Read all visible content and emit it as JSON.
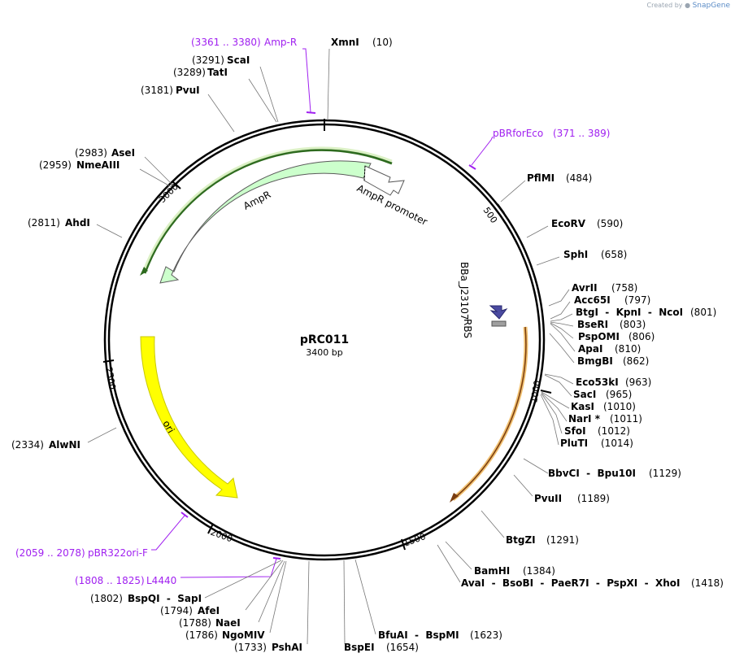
{
  "credit": {
    "prefix": "Created by",
    "brand": "SnapGene"
  },
  "plasmid": {
    "name": "pRC011",
    "length_label": "3400 bp",
    "length": 3400
  },
  "ticks": [
    "500",
    "1000",
    "1500",
    "2000",
    "2500",
    "3000"
  ],
  "features": [
    {
      "name": "AmpR",
      "label": "AmpR",
      "color": "#ccffcc"
    },
    {
      "name": "AmpR promoter",
      "label": "AmpR promoter",
      "color": "#ffffff"
    },
    {
      "name": "ori",
      "label": "ori",
      "color": "#ffff00"
    },
    {
      "name": "BBa_J23107",
      "label": "BBa_J23107",
      "color": "#4a4aa0"
    },
    {
      "name": "RBS",
      "label": "RBS",
      "color": "#a0a0a0"
    }
  ],
  "highlights": [
    {
      "name": "green-span",
      "color": "#2e6b1f"
    },
    {
      "name": "orange-span",
      "color": "#f0b060"
    }
  ],
  "primers": [
    {
      "range": "(3361 .. 3380)",
      "name": "Amp-R"
    },
    {
      "name": "pBRforEco",
      "range": "(371 .. 389)"
    },
    {
      "range": "(2059 .. 2078)",
      "name": "pBR322ori-F"
    },
    {
      "range": "(1808 .. 1825)",
      "name": "L4440"
    }
  ],
  "sites": [
    {
      "name": "XmnI",
      "pos": "(10)"
    },
    {
      "pos": "(3291)",
      "name": "ScaI"
    },
    {
      "pos": "(3289)",
      "name": "TatI"
    },
    {
      "pos": "(3181)",
      "name": "PvuI"
    },
    {
      "pos": "(2983)",
      "name": "AseI"
    },
    {
      "pos": "(2959)",
      "name": "NmeAIII"
    },
    {
      "pos": "(2811)",
      "name": "AhdI"
    },
    {
      "pos": "(2334)",
      "name": "AlwNI"
    },
    {
      "name": "PflMI",
      "pos": "(484)"
    },
    {
      "name": "EcoRV",
      "pos": "(590)"
    },
    {
      "name": "SphI",
      "pos": "(658)"
    },
    {
      "name": "AvrII",
      "pos": "(758)"
    },
    {
      "name": "Acc65I",
      "pos": "(797)"
    },
    {
      "name": "BtgI  -  KpnI  -  NcoI",
      "pos": "(801)"
    },
    {
      "name": "BseRI",
      "pos": "(803)"
    },
    {
      "name": "PspOMI",
      "pos": "(806)"
    },
    {
      "name": "ApaI",
      "pos": "(810)"
    },
    {
      "name": "BmgBI",
      "pos": "(862)"
    },
    {
      "name": "Eco53kI",
      "pos": "(963)"
    },
    {
      "name": "SacI",
      "pos": "(965)"
    },
    {
      "name": "KasI",
      "pos": "(1010)"
    },
    {
      "name": "NarI *",
      "pos": "(1011)"
    },
    {
      "name": "SfoI",
      "pos": "(1012)"
    },
    {
      "name": "PluTI",
      "pos": "(1014)"
    },
    {
      "name": "BbvCI  -  Bpu10I",
      "pos": "(1129)"
    },
    {
      "name": "PvuII",
      "pos": "(1189)"
    },
    {
      "name": "BtgZI",
      "pos": "(1291)"
    },
    {
      "name": "BamHI",
      "pos": "(1384)"
    },
    {
      "name": "AvaI  -  BsoBI  -  PaeR7I  -  PspXI  -  XhoI",
      "pos": "(1418)"
    },
    {
      "name": "BfuAI  -  BspMI",
      "pos": "(1623)"
    },
    {
      "name": "BspEI",
      "pos": "(1654)"
    },
    {
      "name": "PshAI",
      "pos": "(1733)"
    },
    {
      "name": "NgoMIV",
      "pos": "(1786)"
    },
    {
      "name": "NaeI",
      "pos": "(1788)"
    },
    {
      "name": "AfeI",
      "pos": "(1794)"
    },
    {
      "name": "BspQI  -  SapI",
      "pos": "(1802)"
    }
  ]
}
